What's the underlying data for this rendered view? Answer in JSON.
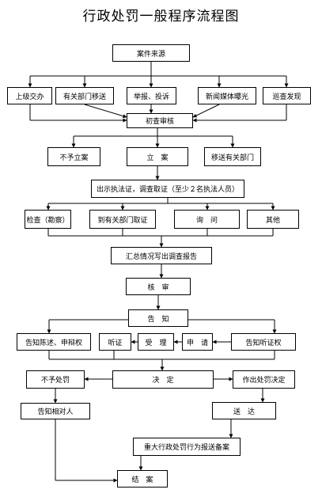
{
  "title": "行政处罚一般程序流程图",
  "nodes": {
    "case_source": "案件来源",
    "upper_assign": "上级交办",
    "dept_transfer": "有关部门移送",
    "report": "举报、投诉",
    "media": "新闻媒体曝光",
    "patrol": "巡查发现",
    "initial_review": "初查审核",
    "not_filed": "不予立案",
    "filed": "立　案",
    "transfer_dept": "移送有关部门",
    "investigate": "出示执法证，调查取证（至少２名执法人员）",
    "inspect": "检查（勘察）",
    "collect_evidence": "到有关部门取证",
    "inquiry": "询　问",
    "other": "其他",
    "summary": "汇总情况写出调查报告",
    "audit": "核　审",
    "notify": "告　知",
    "notify_defense": "告知陈述、申辩权",
    "hearing": "听证",
    "accept": "受　理",
    "apply": "申　请",
    "notify_hearing": "告知听证权",
    "no_penalty": "不予处罚",
    "decision": "决　定",
    "penalty_decision": "作出处罚决定",
    "notify_party": "告知相对人",
    "deliver": "送　达",
    "major_filing": "重大行政处罚行为报送备案",
    "close": "结　案"
  }
}
